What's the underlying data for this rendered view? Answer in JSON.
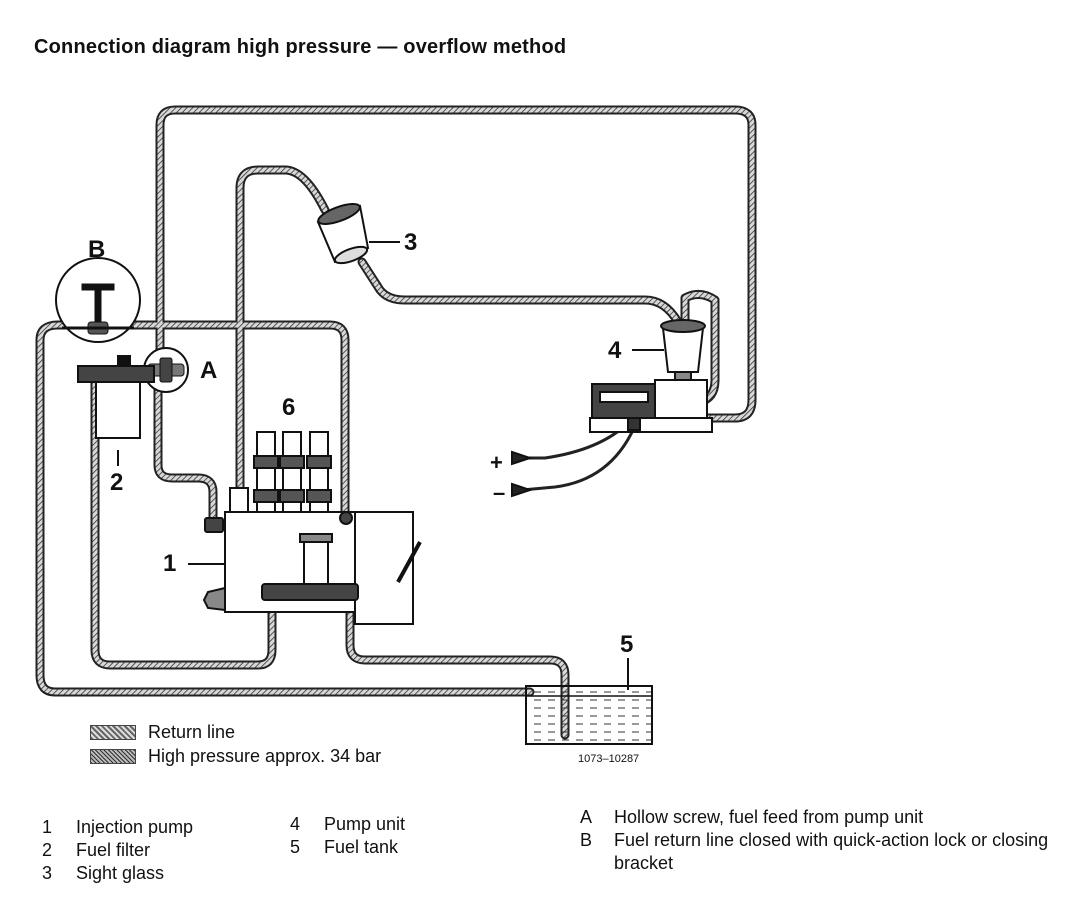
{
  "title": "Connection diagram high pressure — overflow method",
  "callouts": {
    "c1": "1",
    "c2": "2",
    "c3": "3",
    "c4": "4",
    "c5": "5",
    "c6": "6",
    "cA": "A",
    "cB": "B",
    "plus": "+",
    "minus": "–"
  },
  "legend": [
    {
      "label": "Return line"
    },
    {
      "label": "High pressure approx. 34 bar"
    }
  ],
  "figure_code": "1073–10287",
  "keys_left": [
    {
      "num": "1",
      "text": "Injection pump"
    },
    {
      "num": "2",
      "text": "Fuel filter"
    },
    {
      "num": "3",
      "text": "Sight glass"
    }
  ],
  "keys_mid": [
    {
      "num": "4",
      "text": "Pump unit"
    },
    {
      "num": "5",
      "text": "Fuel tank"
    }
  ],
  "keys_right": [
    {
      "num": "A",
      "text": "Hollow screw, fuel feed from pump unit"
    },
    {
      "num": "B",
      "text": "Fuel return line closed with quick-action lock or closing bracket"
    }
  ],
  "colors": {
    "line": "#222222",
    "hatch_dark": "#333333",
    "hatch_light": "#cccccc"
  }
}
